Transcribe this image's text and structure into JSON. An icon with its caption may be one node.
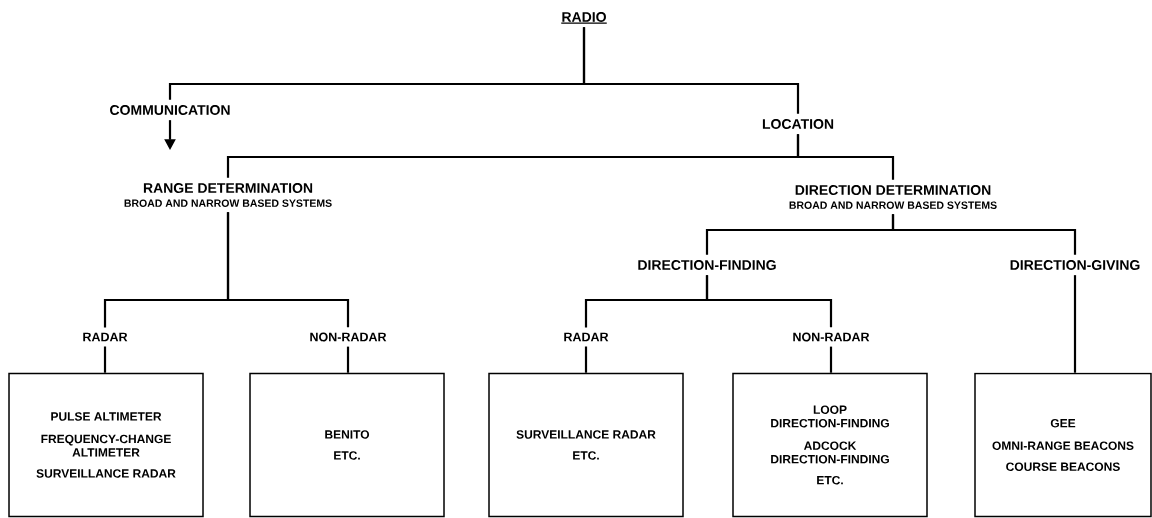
{
  "diagram": {
    "nodes": [
      {
        "text": [
          "RADIO"
        ]
      },
      {
        "text": [
          "COMMUNICATION"
        ]
      },
      {
        "text": [
          "LOCATION"
        ]
      },
      {
        "text": [
          "RANGE DETERMINATION",
          "BROAD AND NARROW BASED SYSTEMS"
        ]
      },
      {
        "text": [
          "DIRECTION DETERMINATION",
          "BROAD AND NARROW BASED SYSTEMS"
        ]
      },
      {
        "text": [
          "DIRECTION-FINDING"
        ]
      },
      {
        "text": [
          "DIRECTION-GIVING"
        ]
      },
      {
        "text": [
          "RADAR"
        ]
      },
      {
        "text": [
          "NON-RADAR"
        ]
      },
      {
        "text": [
          "RADAR"
        ]
      },
      {
        "text": [
          "NON-RADAR"
        ]
      },
      {
        "text": [
          "PULSE ALTIMETER",
          "FREQUENCY-CHANGE ALTIMETER",
          "SURVEILLANCE RADAR"
        ]
      },
      {
        "text": [
          "BENITO",
          "ETC."
        ]
      },
      {
        "text": [
          "SURVEILLANCE RADAR",
          "ETC."
        ]
      },
      {
        "text": [
          "LOOP DIRECTION-FINDING",
          "ADCOCK DIRECTION-FINDING",
          "ETC."
        ]
      },
      {
        "text": [
          "GEE",
          "OMNI-RANGE BEACONS",
          "COURSE BEACONS"
        ]
      }
    ],
    "edges": [
      {
        "from": 0,
        "to": 1,
        "arrow": "none"
      },
      {
        "from": 1,
        "to": null,
        "arrow": "to"
      },
      {
        "from": 0,
        "to": 2,
        "arrow": "none"
      },
      {
        "from": 2,
        "to": 3,
        "arrow": "none"
      },
      {
        "from": 2,
        "to": 4,
        "arrow": "none"
      },
      {
        "from": 3,
        "to": 7,
        "arrow": "none"
      },
      {
        "from": 3,
        "to": 8,
        "arrow": "none"
      },
      {
        "from": 4,
        "to": 5,
        "arrow": "none"
      },
      {
        "from": 4,
        "to": 6,
        "arrow": "none"
      },
      {
        "from": 5,
        "to": 9,
        "arrow": "none"
      },
      {
        "from": 5,
        "to": 10,
        "arrow": "none"
      },
      {
        "from": 7,
        "to": 11,
        "arrow": "none"
      },
      {
        "from": 8,
        "to": 12,
        "arrow": "none"
      },
      {
        "from": 9,
        "to": 13,
        "arrow": "none"
      },
      {
        "from": 10,
        "to": 14,
        "arrow": "none"
      },
      {
        "from": 6,
        "to": 15,
        "arrow": "none"
      }
    ]
  }
}
